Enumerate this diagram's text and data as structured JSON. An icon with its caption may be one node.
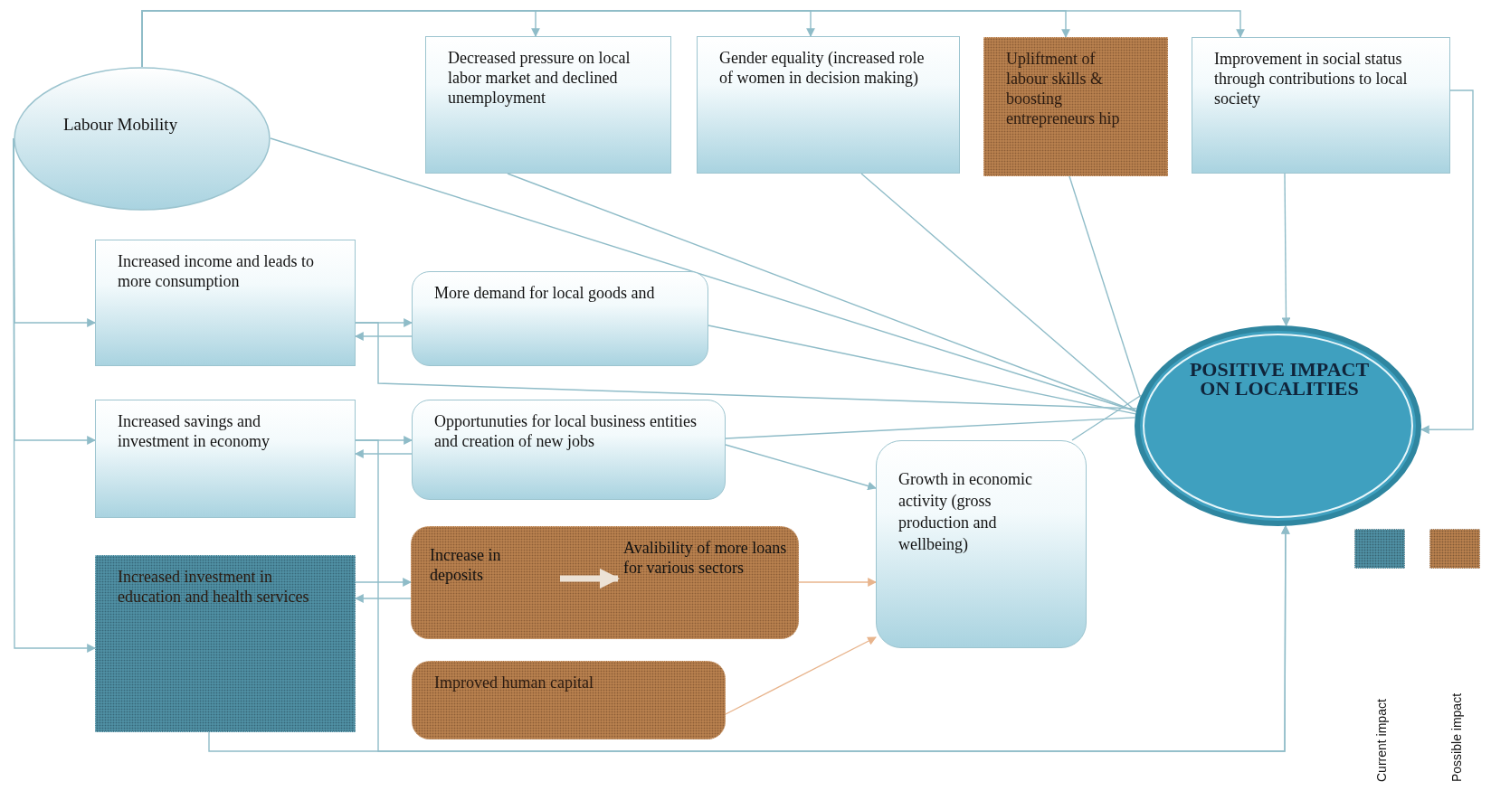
{
  "diagram": {
    "nodes": [
      {
        "text": [
          "Labour Mobility"
        ]
      },
      {
        "text": [
          "Decreased pressure on local labor market and declined unemployment"
        ]
      },
      {
        "text": [
          "Gender equality (increased role of women in decision making)"
        ]
      },
      {
        "text": [
          "Upliftment of labour skills & boosting entrepreneurs hip"
        ]
      },
      {
        "text": [
          "Improvement in social status through contributions to local society"
        ]
      },
      {
        "text": [
          "Increased income and leads to more consumption"
        ]
      },
      {
        "text": [
          "More demand for local goods and"
        ]
      },
      {
        "text": [
          "POSITIVE IMPACT ON LOCALITIES"
        ]
      },
      {
        "text": [
          "Increased savings and investment in economy"
        ]
      },
      {
        "text": [
          "Opportunuties for local business entities and creation of new jobs"
        ]
      },
      {
        "text": [
          "Growth in economic activity (gross production and wellbeing)"
        ]
      },
      {
        "text": [
          "Increased investment in education and health services"
        ]
      },
      {
        "text": [],
        "shape": "box"
      },
      {
        "text": [
          "Increase in deposits"
        ],
        "in": 12
      },
      {
        "text": [
          "Avalibility of more loans for various sectors"
        ],
        "in": 12
      },
      {
        "text": [
          "Improved human capital"
        ]
      }
    ],
    "edges": [
      {
        "from": 0,
        "to": 1,
        "arrow": "to"
      },
      {
        "from": 0,
        "to": 2,
        "arrow": "to"
      },
      {
        "from": 0,
        "to": 3,
        "arrow": "to"
      },
      {
        "from": 0,
        "to": 4,
        "arrow": "to"
      },
      {
        "from": 0,
        "to": 5,
        "arrow": "to"
      },
      {
        "from": 0,
        "to": 8,
        "arrow": "to"
      },
      {
        "from": 0,
        "to": 11,
        "arrow": "to"
      },
      {
        "from": 0,
        "to": 7,
        "arrow": "none"
      },
      {
        "from": 1,
        "to": 7,
        "arrow": "none"
      },
      {
        "from": 2,
        "to": 7,
        "arrow": "none"
      },
      {
        "from": 3,
        "to": 7,
        "arrow": "none"
      },
      {
        "from": 4,
        "to": 7,
        "arrow": "to"
      },
      {
        "from": 4,
        "to": 7,
        "arrow": "to"
      },
      {
        "from": 5,
        "to": 6,
        "arrow": "to"
      },
      {
        "from": 6,
        "to": 5,
        "arrow": "to"
      },
      {
        "from": 6,
        "to": 7,
        "arrow": "none"
      },
      {
        "from": 8,
        "to": 9,
        "arrow": "to"
      },
      {
        "from": 9,
        "to": 8,
        "arrow": "to"
      },
      {
        "from": 9,
        "to": 7,
        "arrow": "none"
      },
      {
        "from": 9,
        "to": 10,
        "arrow": "to"
      },
      {
        "from": 10,
        "to": 7,
        "arrow": "none"
      },
      {
        "from": 11,
        "to": 12,
        "arrow": "to"
      },
      {
        "from": 12,
        "to": 11,
        "arrow": "to"
      },
      {
        "from": 13,
        "to": 14,
        "arrow": "to",
        "style": "thick",
        "color": "#ece2d6"
      },
      {
        "from": 12,
        "to": 10,
        "arrow": "to",
        "color": "#e8b48c"
      },
      {
        "from": 15,
        "to": 10,
        "arrow": "to",
        "color": "#e8b48c"
      },
      {
        "from": 11,
        "to": 7,
        "arrow": "to"
      },
      {
        "from": 5,
        "to": 7,
        "arrow": "none"
      },
      {
        "from": 8,
        "to": 7,
        "arrow": "to"
      }
    ],
    "legend": [
      {
        "text": "Current impact",
        "color": "#4f8fa3"
      },
      {
        "text": "Possible impact",
        "color": "#b8804e"
      }
    ]
  }
}
